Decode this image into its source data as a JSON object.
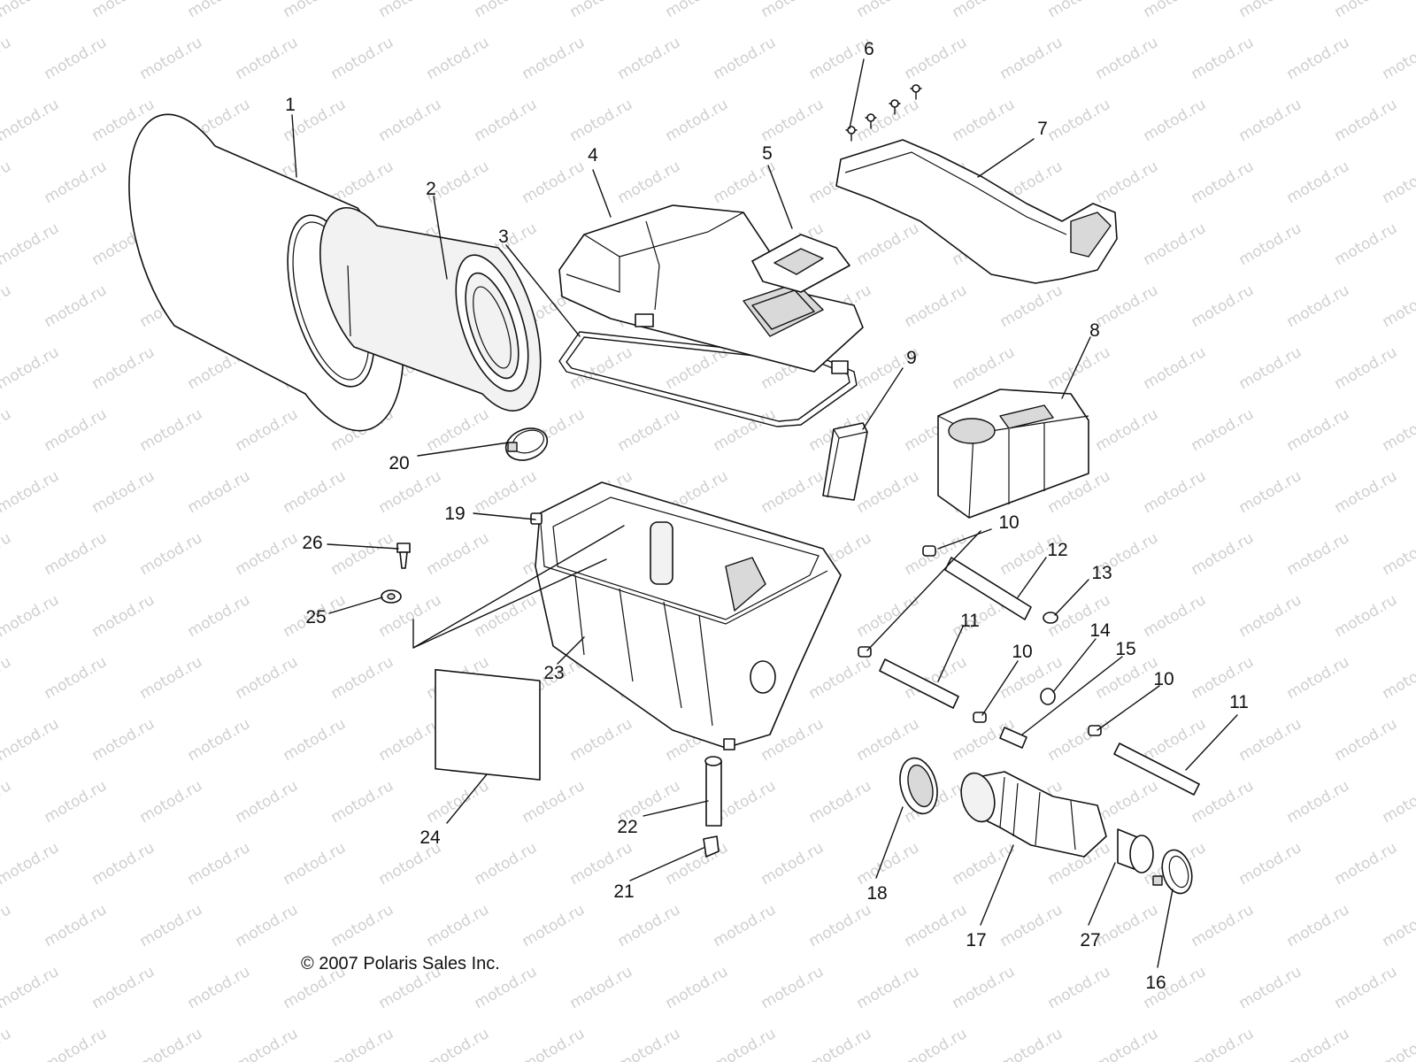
{
  "watermark": "motod.ru",
  "copyright": "© 2007 Polaris Sales Inc.",
  "callouts": [
    {
      "id": "c1",
      "text": "1"
    },
    {
      "id": "c2",
      "text": "2"
    },
    {
      "id": "c3",
      "text": "3"
    },
    {
      "id": "c4",
      "text": "4"
    },
    {
      "id": "c5",
      "text": "5"
    },
    {
      "id": "c6",
      "text": "6"
    },
    {
      "id": "c7",
      "text": "7"
    },
    {
      "id": "c8",
      "text": "8"
    },
    {
      "id": "c9",
      "text": "9"
    },
    {
      "id": "c10a",
      "text": "10"
    },
    {
      "id": "c10b",
      "text": "10"
    },
    {
      "id": "c10c",
      "text": "10"
    },
    {
      "id": "c11a",
      "text": "11"
    },
    {
      "id": "c11b",
      "text": "11"
    },
    {
      "id": "c12",
      "text": "12"
    },
    {
      "id": "c13",
      "text": "13"
    },
    {
      "id": "c14",
      "text": "14"
    },
    {
      "id": "c15",
      "text": "15"
    },
    {
      "id": "c16",
      "text": "16"
    },
    {
      "id": "c17",
      "text": "17"
    },
    {
      "id": "c18",
      "text": "18"
    },
    {
      "id": "c19",
      "text": "19"
    },
    {
      "id": "c20",
      "text": "20"
    },
    {
      "id": "c21",
      "text": "21"
    },
    {
      "id": "c22",
      "text": "22"
    },
    {
      "id": "c23",
      "text": "23"
    },
    {
      "id": "c24",
      "text": "24"
    },
    {
      "id": "c25",
      "text": "25"
    },
    {
      "id": "c26",
      "text": "26"
    },
    {
      "id": "c27",
      "text": "27"
    }
  ]
}
